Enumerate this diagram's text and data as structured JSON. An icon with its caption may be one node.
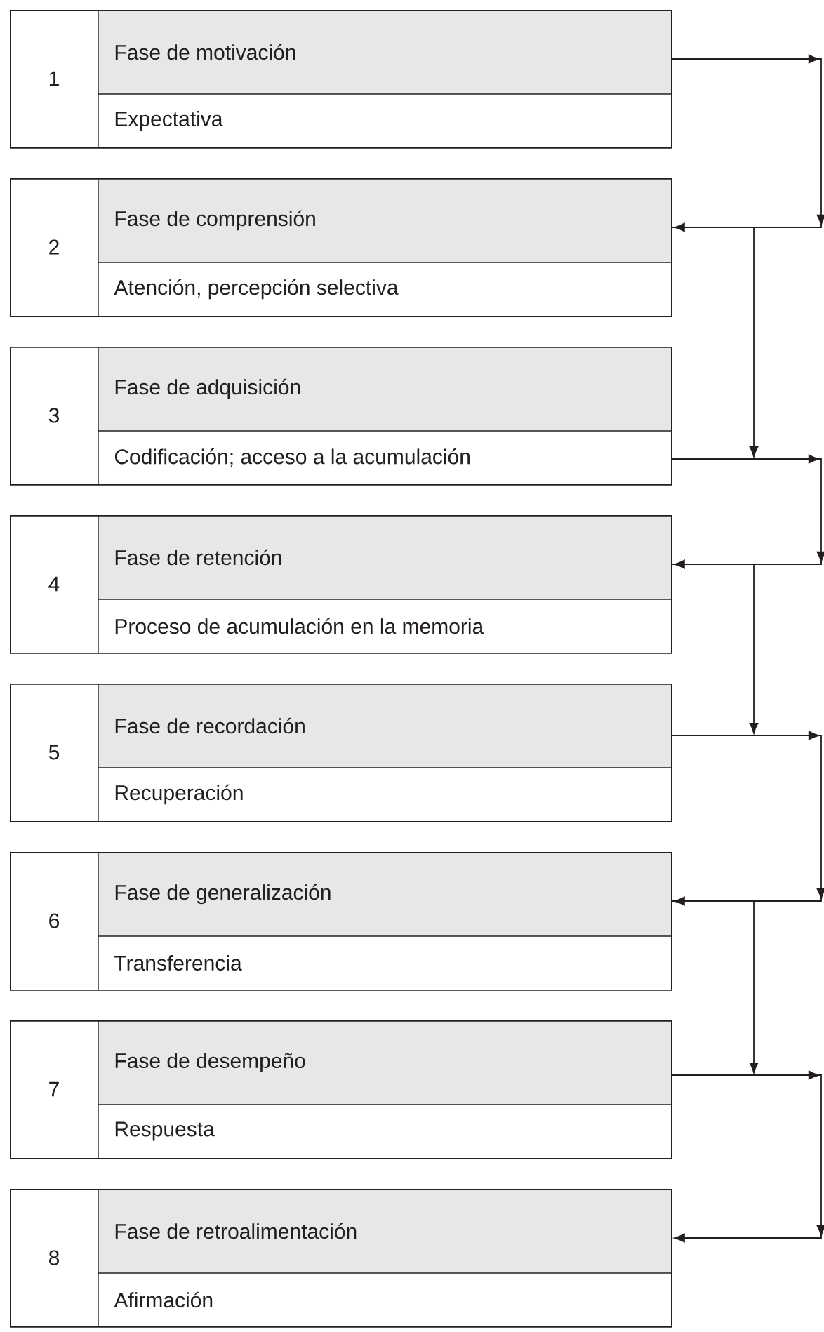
{
  "diagram": {
    "nodes": [
      {
        "text": [
          "1",
          "Fase de motivación",
          "Expectativa"
        ]
      },
      {
        "text": [
          "2",
          "Fase de comprensión",
          "Atención, percepción selectiva"
        ]
      },
      {
        "text": [
          "3",
          "Fase de adquisición",
          "Codificación; acceso a la acumulación"
        ]
      },
      {
        "text": [
          "4",
          "Fase de retención",
          "Proceso de acumulación en la memoria"
        ]
      },
      {
        "text": [
          "5",
          "Fase de recordación",
          "Recuperación"
        ]
      },
      {
        "text": [
          "6",
          "Fase de generalización",
          "Transferencia"
        ]
      },
      {
        "text": [
          "7",
          "Fase de desempeño",
          "Respuesta"
        ]
      },
      {
        "text": [
          "8",
          "Fase de retroalimentación",
          "Afirmación"
        ]
      }
    ],
    "edges": [
      {
        "from": 0,
        "to": 1,
        "arrow": "to"
      },
      {
        "from": 1,
        "to": null,
        "arrow": "to"
      },
      {
        "from": 2,
        "to": 3,
        "arrow": "to"
      },
      {
        "from": 3,
        "to": null,
        "arrow": "to"
      },
      {
        "from": 4,
        "to": 5,
        "arrow": "to"
      },
      {
        "from": 5,
        "to": null,
        "arrow": "to"
      },
      {
        "from": 6,
        "to": 7,
        "arrow": "to"
      }
    ]
  }
}
